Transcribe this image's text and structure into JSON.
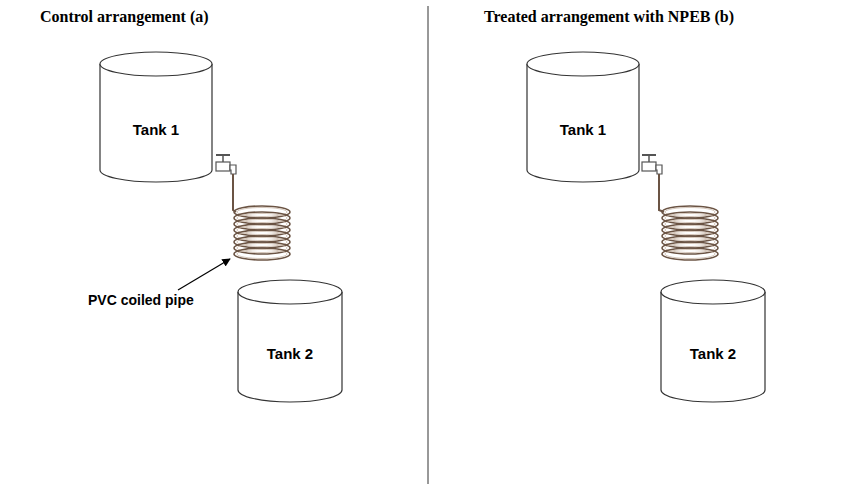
{
  "diagram": {
    "nodes": [
      {
        "text": [
          "Tank 1"
        ]
      },
      {
        "text": [
          "Tank 2"
        ]
      },
      {
        "text": [
          "Tank 1"
        ]
      },
      {
        "text": [
          "Tank 2"
        ]
      }
    ],
    "labels": [
      "Control arrangement (a)",
      "Treated arrangement with NPEB (b)",
      "PVC coiled pipe"
    ]
  }
}
